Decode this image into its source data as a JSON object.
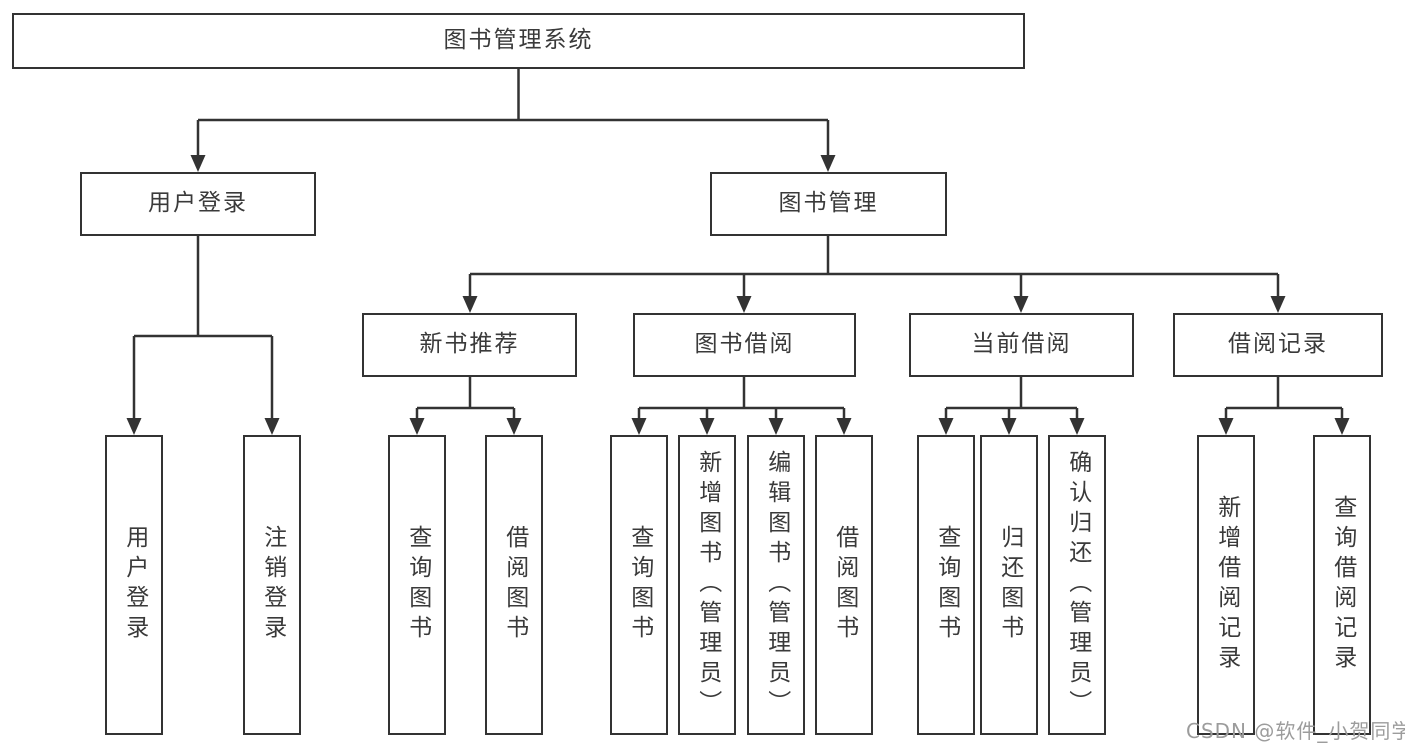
{
  "tree": {
    "label": "图书管理系统",
    "children": [
      {
        "label": "用户登录",
        "children": [
          {
            "label": "用户登录"
          },
          {
            "label": "注销登录"
          }
        ]
      },
      {
        "label": "图书管理",
        "children": [
          {
            "label": "新书推荐",
            "children": [
              {
                "label": "查询图书"
              },
              {
                "label": "借阅图书"
              }
            ]
          },
          {
            "label": "图书借阅",
            "children": [
              {
                "label": "查询图书"
              },
              {
                "label": "新增图书（管理员）"
              },
              {
                "label": "编辑图书（管理员）"
              },
              {
                "label": "借阅图书"
              }
            ]
          },
          {
            "label": "当前借阅",
            "children": [
              {
                "label": "查询图书"
              },
              {
                "label": "归还图书"
              },
              {
                "label": "确认归还（管理员）"
              }
            ]
          },
          {
            "label": "借阅记录",
            "children": [
              {
                "label": "新增借阅记录"
              },
              {
                "label": "查询借阅记录"
              }
            ]
          }
        ]
      }
    ]
  },
  "watermark": "CSDN @软件_小贺同学",
  "colors": {
    "line": "#333333",
    "text": "#3a3a3a",
    "watermark": "#9c9c9c",
    "background": "#ffffff"
  }
}
